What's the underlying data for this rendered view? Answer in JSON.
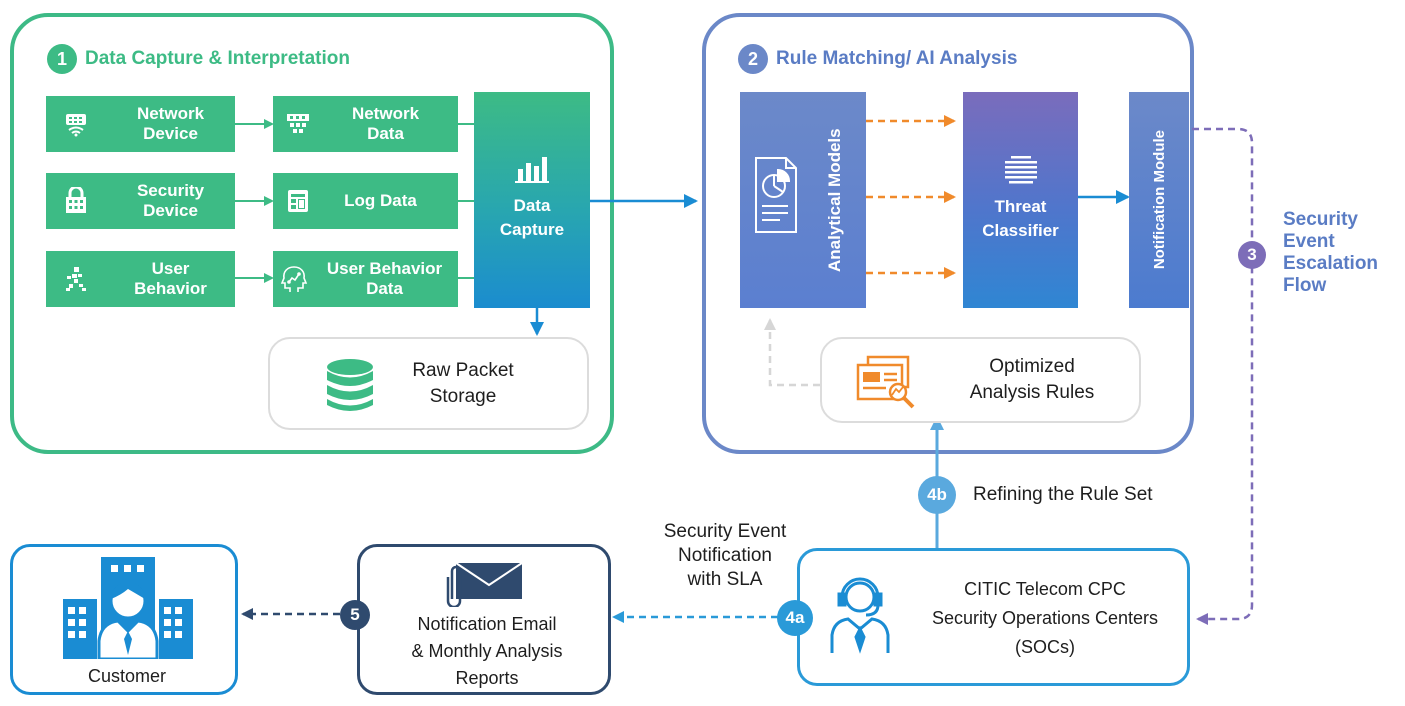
{
  "phase1": {
    "number": "1",
    "title": "Data Capture & Interpretation",
    "sources": [
      {
        "label_line1": "Network",
        "label_line2": "Device",
        "icon": "network-device-icon"
      },
      {
        "label_line1": "Security",
        "label_line2": "Device",
        "icon": "security-device-icon"
      },
      {
        "label_line1": "User",
        "label_line2": "Behavior",
        "icon": "user-behavior-icon"
      }
    ],
    "data_types": [
      {
        "label_line1": "Network",
        "label_line2": "Data",
        "icon": "network-data-icon"
      },
      {
        "label_line1": "Log Data",
        "label_line2": "",
        "icon": "log-data-icon"
      },
      {
        "label_line1": "User Behavior",
        "label_line2": "Data",
        "icon": "user-behavior-data-icon"
      }
    ],
    "capture": {
      "line1": "Data",
      "line2": "Capture",
      "icon": "bar-chart-icon"
    },
    "storage": {
      "line1": "Raw Packet",
      "line2": "Storage",
      "icon": "database-icon"
    }
  },
  "phase2": {
    "number": "2",
    "title": "Rule Matching/ AI Analysis",
    "models_label": "Analytical Models",
    "classifier": {
      "line1": "Threat",
      "line2": "Classifier",
      "icon": "list-icon"
    },
    "notification_module": "Notification Module",
    "optimized": {
      "line1": "Optimized",
      "line2": "Analysis Rules",
      "icon": "analysis-rules-icon"
    }
  },
  "phase3": {
    "number": "3",
    "lines": [
      "Security",
      "Event",
      "Escalation",
      "Flow"
    ]
  },
  "step4b": {
    "number": "4b",
    "label": "Refining the Rule Set"
  },
  "step4a": {
    "number": "4a",
    "lines": [
      "Security Event",
      "Notification",
      "with SLA"
    ]
  },
  "soc": {
    "line1": "CITIC Telecom CPC",
    "line2": "Security Operations Centers",
    "line3": "(SOCs)"
  },
  "step5": {
    "number": "5"
  },
  "reports": {
    "line1": "Notification Email",
    "line2": "& Monthly Analysis",
    "line3": "Reports"
  },
  "customer": {
    "label": "Customer"
  },
  "colors": {
    "green": "#3dbb85",
    "panel_green": "#3dba86",
    "blue": "#1a8cd3",
    "purple_blue": "#6b88c8",
    "violet": "#7d6db8",
    "orange": "#f08a2b",
    "navy": "#2f4a6e",
    "light_blue": "#5aa9de"
  }
}
